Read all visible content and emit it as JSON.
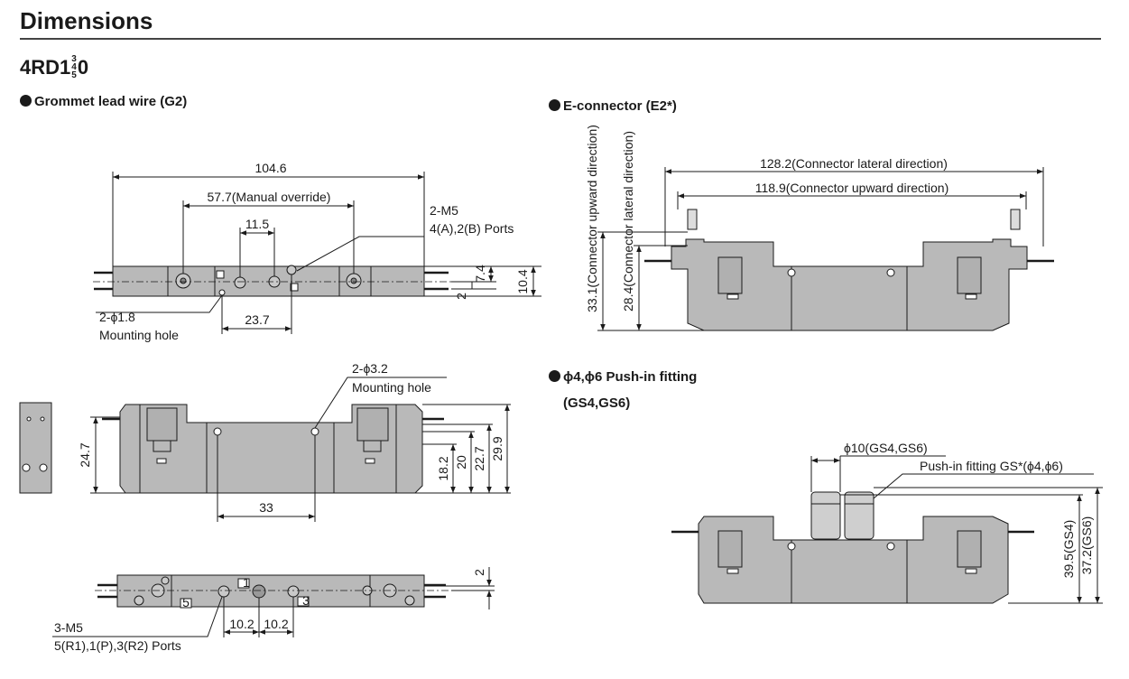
{
  "header": {
    "title": "Dimensions"
  },
  "model": {
    "prefix": "4RD1",
    "frac_top": "3",
    "frac_mid": "4",
    "frac_bot": "5",
    "suffix": "0"
  },
  "sections": {
    "grommet": "Grommet lead wire (G2)",
    "econnector": "E-connector (E2*)",
    "pushin_line1": "ϕ4,ϕ6 Push-in fitting",
    "pushin_line2": "(GS4,GS6)"
  },
  "dims": {
    "d104_6": "104.6",
    "d57_7": "57.7(Manual override)",
    "d11_5": "11.5",
    "m5_ports": "2-M5",
    "ports_4a2b": "4(A),2(B) Ports",
    "d7_4": "7.4",
    "d10_4": "10.4",
    "d2_top": "2",
    "hole_18": "2-ϕ1.8",
    "mounting_hole_a": "Mounting hole",
    "d23_7": "23.7",
    "hole_32": "2-ϕ3.2",
    "mounting_hole_b": "Mounting hole",
    "d24_7": "24.7",
    "d18_2": "18.2",
    "d20": "20",
    "d22_7": "22.7",
    "d29_9": "29.9",
    "d33": "33",
    "d2_bottom": "2",
    "m5_3": "3-M5",
    "ports_5r1": "5(R1),1(P),3(R2) Ports",
    "d10_2a": "10.2",
    "d10_2b": "10.2",
    "d128_2": "128.2(Connector lateral direction)",
    "d118_9": "118.9(Connector upward direction)",
    "d33_1": "33.1(Connector upward direction)",
    "d28_4": "28.4(Connector lateral direction)",
    "phi10": "ϕ10(GS4,GS6)",
    "pushin_gs": "Push-in fitting GS*(ϕ4,ϕ6)",
    "d39_5": "39.5(GS4)",
    "d37_2": "37.2(GS6)"
  },
  "port_marks": {
    "p1": "1",
    "p3": "3",
    "p5": "5"
  }
}
